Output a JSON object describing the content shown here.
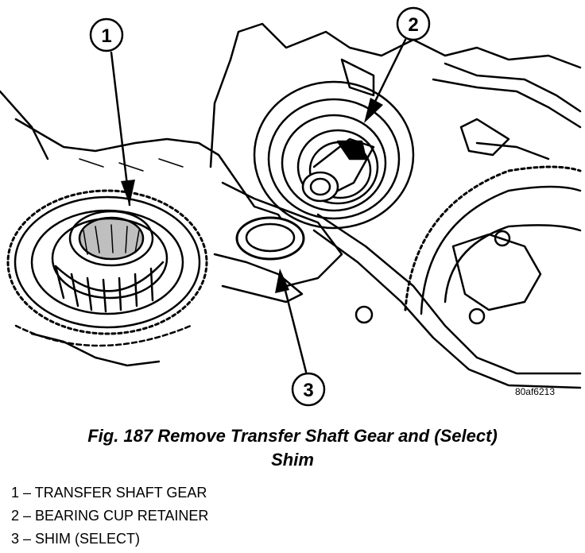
{
  "figure": {
    "figure_id": "80af6213",
    "callouts": [
      {
        "number": "1",
        "target": "transfer-shaft-gear"
      },
      {
        "number": "2",
        "target": "bearing-cup-retainer"
      },
      {
        "number": "3",
        "target": "shim"
      }
    ]
  },
  "caption": {
    "line1": "Fig. 187 Remove Transfer Shaft Gear and (Select)",
    "line2": "Shim"
  },
  "legend": [
    {
      "text": "1  –  TRANSFER SHAFT GEAR"
    },
    {
      "text": "2  –  BEARING CUP RETAINER"
    },
    {
      "text": "3  –  SHIM (SELECT)"
    }
  ]
}
